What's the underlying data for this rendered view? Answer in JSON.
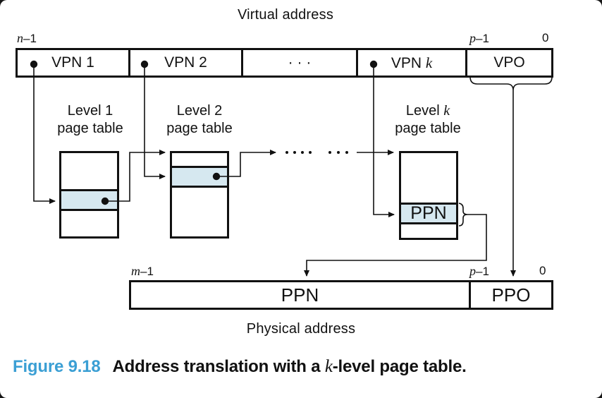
{
  "figure": {
    "virtual_address_title": "Virtual address",
    "physical_address_title": "Physical address",
    "bits": {
      "n_high": {
        "var": "n",
        "rest": "–1"
      },
      "p_top": {
        "var": "p",
        "rest": "–1"
      },
      "zero_top": "0",
      "m_high": {
        "var": "m",
        "rest": "–1"
      },
      "p_bottom": {
        "var": "p",
        "rest": "–1"
      },
      "zero_bottom": "0"
    },
    "virtual_segments": {
      "vpn1": "VPN 1",
      "vpn2": "VPN 2",
      "dots": "· · ·",
      "vpnk_prefix": "VPN ",
      "vpnk_var": "k",
      "vpo": "VPO"
    },
    "tables": {
      "level1": {
        "line1": "Level 1",
        "line2": "page table"
      },
      "level2": {
        "line1": "Level 2",
        "line2": "page table"
      },
      "levelk": {
        "line1_prefix": "Level ",
        "line1_var": "k",
        "line2": "page table"
      },
      "levelk_entry": "PPN"
    },
    "physical_segments": {
      "ppn": "PPN",
      "ppo": "PPO"
    },
    "caption": {
      "label": "Figure 9.18",
      "text_prefix": "Address translation with a ",
      "text_var": "k",
      "text_suffix": "-level page table."
    },
    "icons": {
      "pte_bullet": "filled-circle",
      "ellipsis_dots": "horizontal-dots"
    },
    "colors": {
      "highlight": "#d6e8f0",
      "caption_label": "#3b9fd4",
      "line": "#111111"
    }
  }
}
